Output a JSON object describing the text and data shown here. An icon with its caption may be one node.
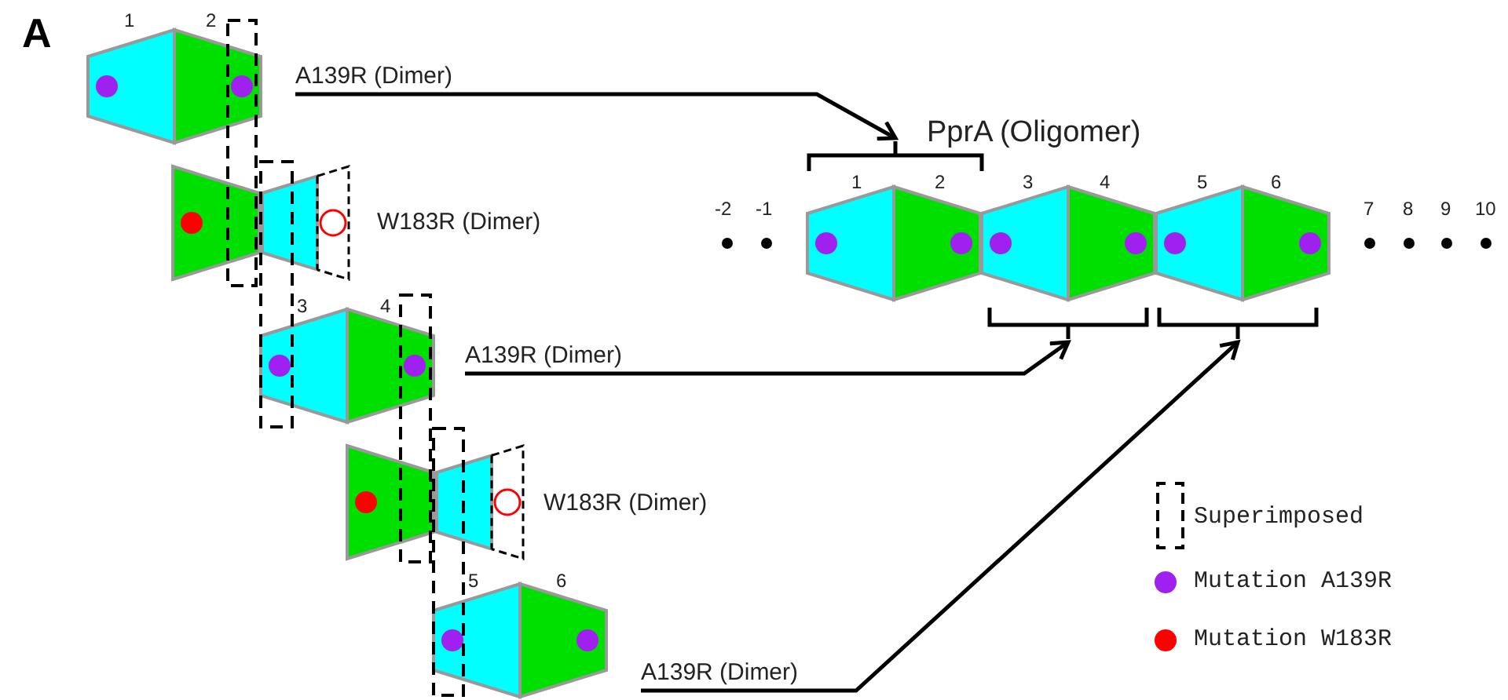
{
  "diagram": {
    "nodes": [
      {
        "text": [
          "A139R (Dimer)"
        ]
      },
      {
        "text": [],
        "shape": "bracket"
      },
      {
        "text": [
          "W183R (Dimer)"
        ]
      },
      {
        "text": [],
        "shape": "bracket"
      },
      {
        "text": [],
        "shape": "bracket"
      },
      {
        "text": [
          "A139R (Dimer)"
        ]
      },
      {
        "text": [
          "W183R (Dimer)"
        ]
      },
      {
        "text": [
          "A139R (Dimer)"
        ]
      }
    ],
    "edges": [
      {
        "from": 0,
        "to": 1,
        "arrow": "to"
      },
      {
        "from": 5,
        "to": 3,
        "arrow": "to"
      },
      {
        "from": 7,
        "to": 4,
        "arrow": "to"
      }
    ],
    "labels": [
      "A",
      "1",
      "2",
      "PprA (Oligomer)",
      "1",
      "2",
      "3",
      "4",
      "5",
      "6",
      "-2",
      "-1",
      "7",
      "8",
      "9",
      "10",
      "3",
      "4",
      "5",
      "6"
    ],
    "legend": [
      {
        "text": "Superimposed"
      },
      {
        "text": "Mutation A139R",
        "color": "#a020f0"
      },
      {
        "text": "Mutation W183R",
        "color": "#ff0000"
      }
    ]
  }
}
